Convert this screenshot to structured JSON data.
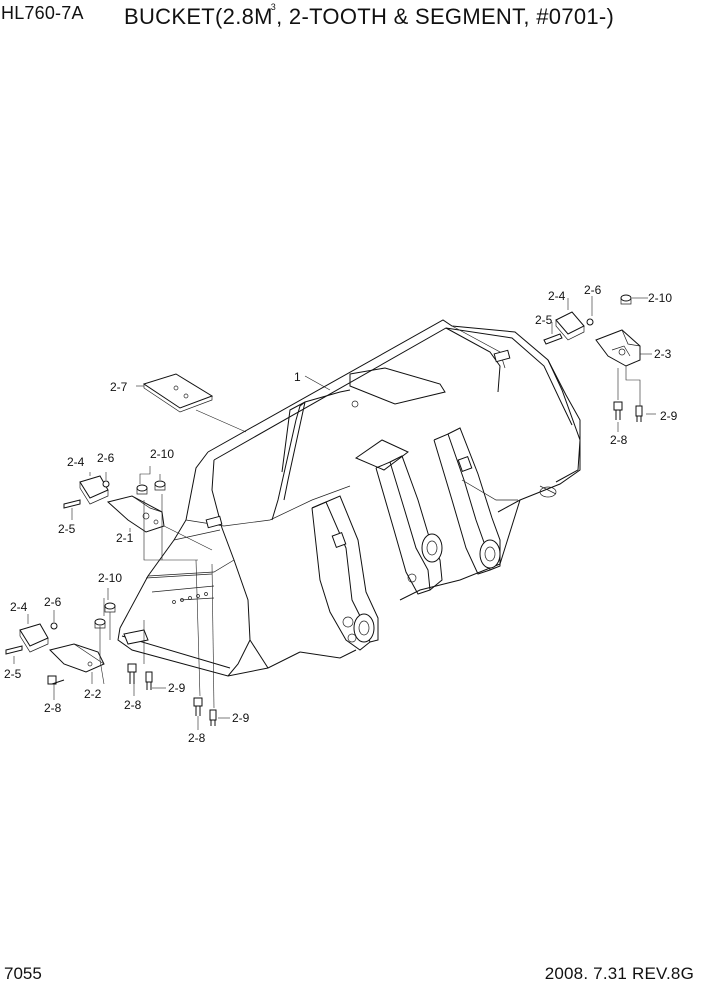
{
  "header": {
    "model": "HL760-7A",
    "title_before_sup": "BUCKET(2.8M",
    "title_sup": "3",
    "title_after_sup": ", 2-TOOTH & SEGMENT, #0701-)"
  },
  "footer": {
    "page_number": "7055",
    "revision": "2008. 7.31  REV.8G"
  },
  "callouts": {
    "main_bucket": "1",
    "right_2_4": "2-4",
    "right_2_6": "2-6",
    "right_2_10": "2-10",
    "right_2_5": "2-5",
    "right_2_3": "2-3",
    "right_2_8": "2-8",
    "right_2_9": "2-9",
    "left_2_7": "2-7",
    "mid_2_4": "2-4",
    "mid_2_6": "2-6",
    "mid_2_10": "2-10",
    "mid_2_5": "2-5",
    "mid_2_1": "2-1",
    "low_2_10": "2-10",
    "low_2_4": "2-4",
    "low_2_6": "2-6",
    "low_2_5": "2-5",
    "low_2_2": "2-2",
    "low_2_8": "2-8",
    "low_2_8b": "2-8",
    "low_2_9": "2-9",
    "bot_2_8": "2-8",
    "bot_2_9": "2-9"
  }
}
